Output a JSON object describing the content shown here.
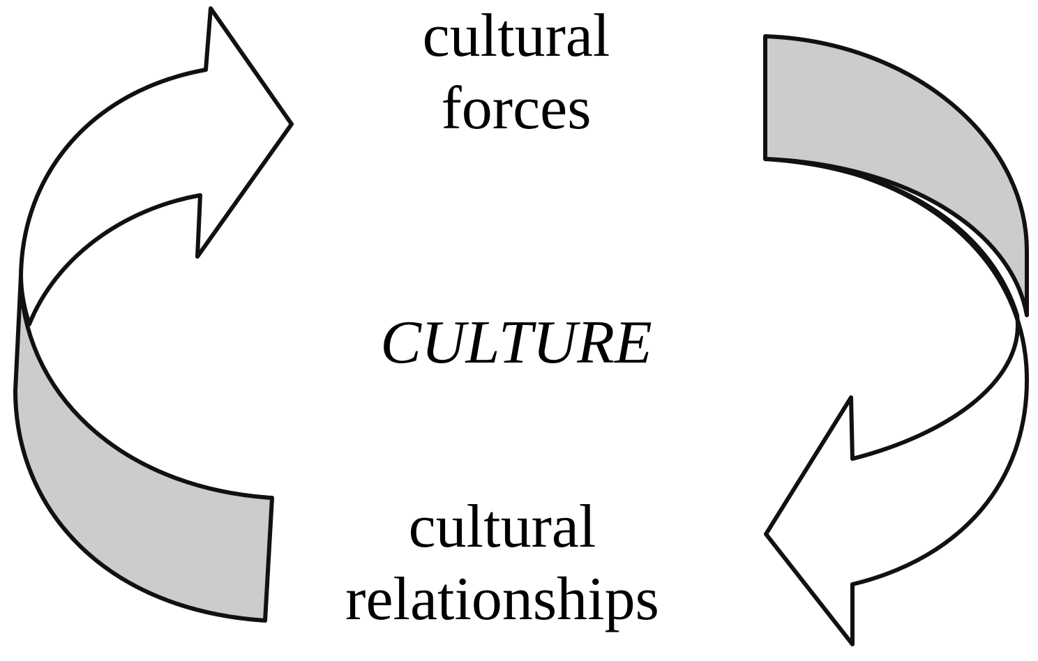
{
  "labels": {
    "top_line1": "cultural",
    "top_line2": "forces",
    "center": "CULTURE",
    "bottom_line1": "cultural",
    "bottom_line2": "relationships"
  },
  "colors": {
    "band_fill": "#cccccc",
    "stroke": "#111111",
    "background": "#ffffff"
  }
}
